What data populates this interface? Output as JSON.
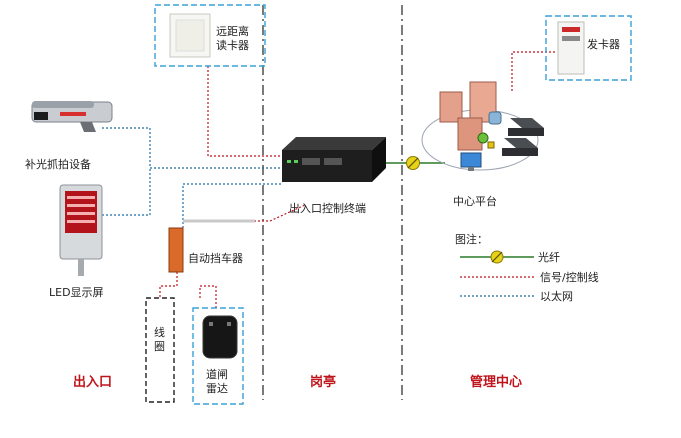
{
  "devices": {
    "remote_reader": "远距离\n读卡器",
    "card_issuer": "发卡器",
    "camera": "补光抓拍设备",
    "led_screen": "LED显示屏",
    "terminal": "出入口控制终端",
    "center": "中心平台",
    "barrier": "自动挡车器",
    "loop": "线\n\n圈",
    "radar": "道闸\n雷达"
  },
  "zones": {
    "entrance": "出入口",
    "booth": "岗亭",
    "management": "管理中心"
  },
  "legend": {
    "title": "图注：",
    "fiber": "光纤",
    "signal": "信号/控制线",
    "ethernet": "以太网"
  },
  "colors": {
    "ethernet": "#1a6fa8",
    "signal": "#c0141c",
    "zone_text": "#c0141c",
    "dash_box": "#3aa0d8",
    "fiber": "#e6d21a"
  }
}
